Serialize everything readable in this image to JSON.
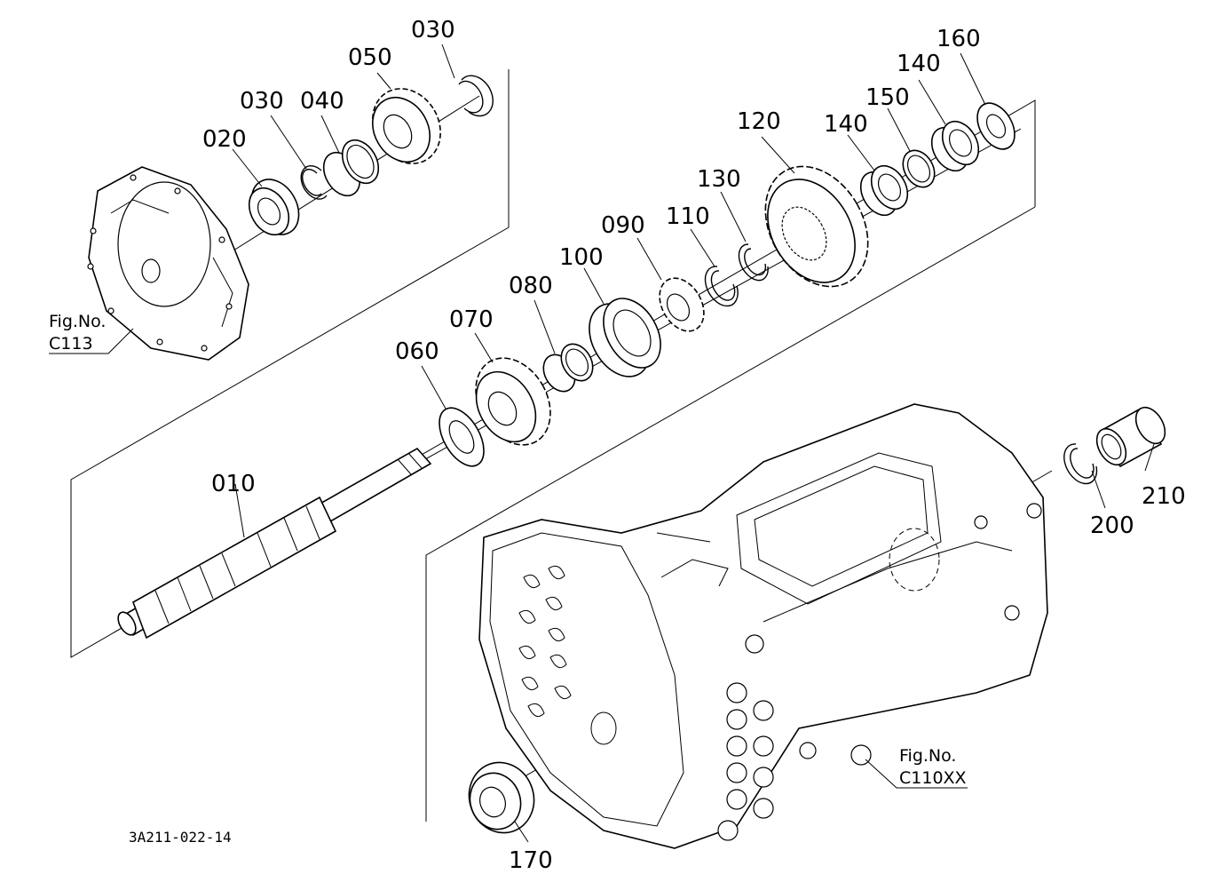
{
  "diagram": {
    "drawing_code": "3A211-022-14",
    "parts": [
      {
        "id": "p010",
        "label": "010"
      },
      {
        "id": "p020",
        "label": "020"
      },
      {
        "id": "p030a",
        "label": "030"
      },
      {
        "id": "p030b",
        "label": "030"
      },
      {
        "id": "p040",
        "label": "040"
      },
      {
        "id": "p050",
        "label": "050"
      },
      {
        "id": "p060",
        "label": "060"
      },
      {
        "id": "p070",
        "label": "070"
      },
      {
        "id": "p080",
        "label": "080"
      },
      {
        "id": "p090",
        "label": "090"
      },
      {
        "id": "p100",
        "label": "100"
      },
      {
        "id": "p110",
        "label": "110"
      },
      {
        "id": "p120",
        "label": "120"
      },
      {
        "id": "p130",
        "label": "130"
      },
      {
        "id": "p140a",
        "label": "140"
      },
      {
        "id": "p140b",
        "label": "140"
      },
      {
        "id": "p150",
        "label": "150"
      },
      {
        "id": "p160",
        "label": "160"
      },
      {
        "id": "p170",
        "label": "170"
      },
      {
        "id": "p200",
        "label": "200"
      },
      {
        "id": "p210",
        "label": "210"
      }
    ],
    "figure_refs": [
      {
        "id": "ref_c113",
        "line1": "Fig.No.",
        "line2": "C113"
      },
      {
        "id": "ref_c110xx",
        "line1": "Fig.No.",
        "line2": "C110XX"
      }
    ]
  }
}
